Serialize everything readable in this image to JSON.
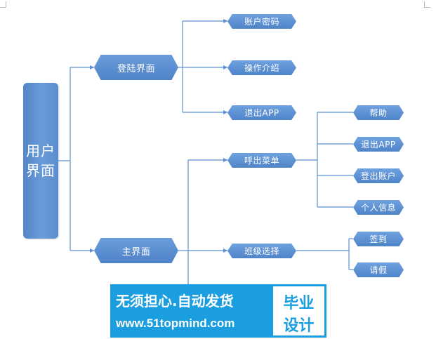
{
  "diagram": {
    "root": "用户界面",
    "level1": [
      {
        "id": "login",
        "label": "登陆界面"
      },
      {
        "id": "main",
        "label": "主界面"
      }
    ],
    "level2": [
      {
        "id": "account",
        "label": "账户密码",
        "parent": "login"
      },
      {
        "id": "intro",
        "label": "操作介绍",
        "parent": "login"
      },
      {
        "id": "exit_app_1",
        "label": "退出APP",
        "parent": "login"
      },
      {
        "id": "menu",
        "label": "呼出菜单",
        "parent": "main"
      },
      {
        "id": "class_select",
        "label": "班级选择",
        "parent": "main"
      }
    ],
    "level3": [
      {
        "id": "help",
        "label": "帮助",
        "parent": "menu"
      },
      {
        "id": "exit_app_2",
        "label": "退出APP",
        "parent": "menu"
      },
      {
        "id": "logout",
        "label": "登出账户",
        "parent": "menu"
      },
      {
        "id": "personal",
        "label": "个人信息",
        "parent": "menu"
      },
      {
        "id": "signin",
        "label": "签到",
        "parent": "class_select"
      },
      {
        "id": "leave",
        "label": "请假",
        "parent": "class_select"
      }
    ],
    "colors": {
      "node": "#5b8fd1",
      "line": "#5b8fd1",
      "text": "#ffffff"
    }
  },
  "watermark": {
    "line1": "无须担心.自动发货",
    "line2": "www.51topmind.com",
    "badge_line1": "毕业",
    "badge_line2": "设计",
    "color": "#1a9ee0"
  }
}
